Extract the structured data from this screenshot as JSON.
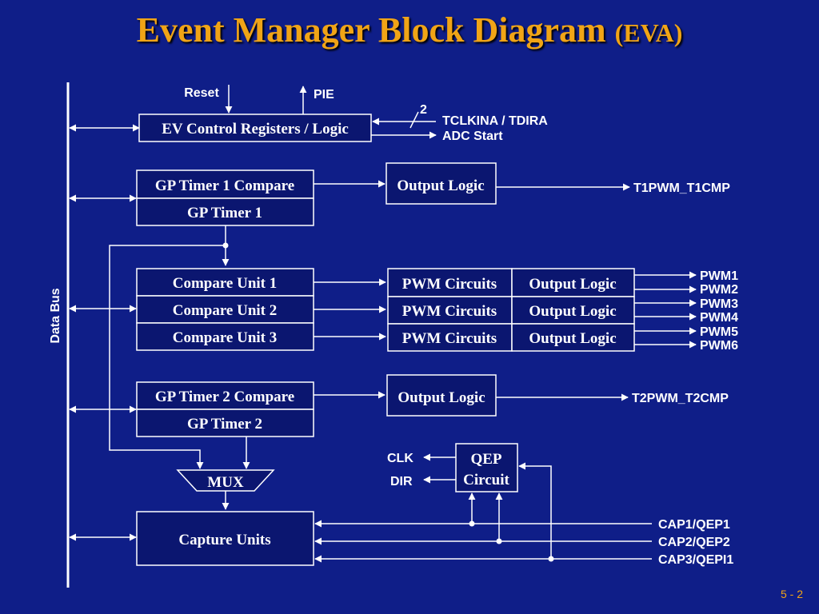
{
  "title": "Event Manager Block Diagram",
  "title_suffix": "(EVA)",
  "page_number": "5 - 2",
  "colors": {
    "background": "#0f1e88",
    "box_fill": "#0b1670",
    "title": "#f0a416",
    "line": "#ffffff"
  },
  "data_bus": "Data Bus",
  "control": {
    "box": "EV Control Registers / Logic",
    "reset": "Reset",
    "pie": "PIE",
    "bus_width": "2",
    "tclk": "TCLKINA / TDIRA",
    "adc": "ADC Start"
  },
  "timer1": {
    "compare": "GP Timer 1 Compare",
    "timer": "GP Timer 1",
    "output_logic": "Output Logic",
    "signal": "T1PWM_T1CMP"
  },
  "compare_units": [
    {
      "unit": "Compare Unit 1",
      "pwm": "PWM Circuits",
      "logic": "Output Logic"
    },
    {
      "unit": "Compare Unit 2",
      "pwm": "PWM Circuits",
      "logic": "Output Logic"
    },
    {
      "unit": "Compare Unit 3",
      "pwm": "PWM Circuits",
      "logic": "Output Logic"
    }
  ],
  "pwm_outputs": [
    "PWM1",
    "PWM2",
    "PWM3",
    "PWM4",
    "PWM5",
    "PWM6"
  ],
  "timer2": {
    "compare": "GP Timer 2 Compare",
    "timer": "GP Timer 2",
    "output_logic": "Output Logic",
    "signal": "T2PWM_T2CMP"
  },
  "mux": "MUX",
  "qep": {
    "line1": "QEP",
    "line2": "Circuit",
    "clk": "CLK",
    "dir": "DIR"
  },
  "capture": {
    "box": "Capture Units",
    "inputs": [
      "CAP1/QEP1",
      "CAP2/QEP2",
      "CAP3/QEPI1"
    ]
  }
}
